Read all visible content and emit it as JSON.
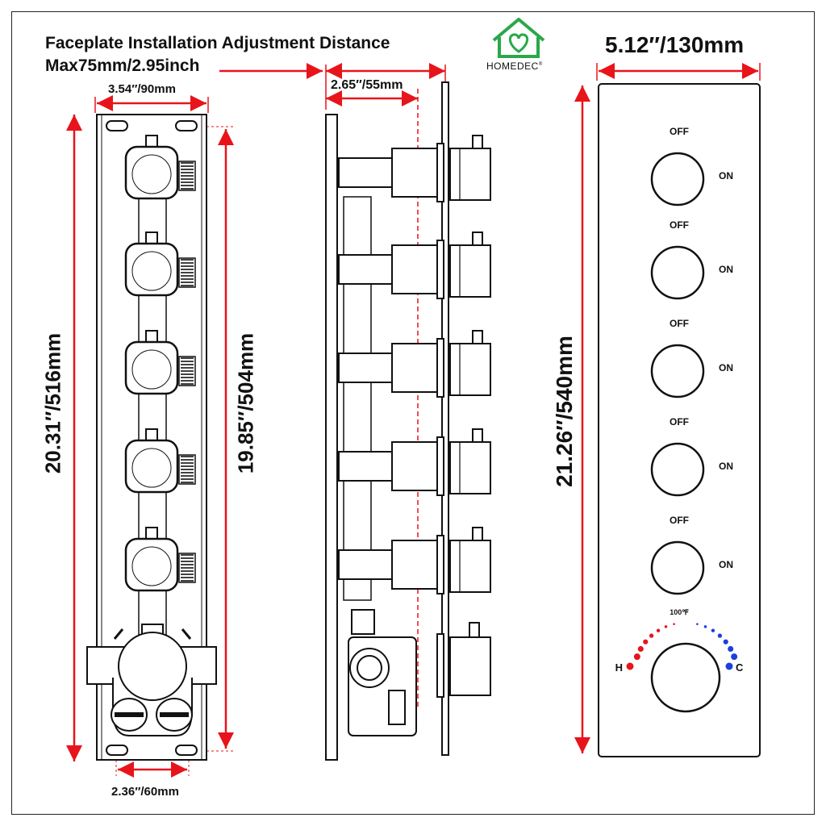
{
  "title": {
    "line1": "Faceplate Installation Adjustment Distance",
    "line2": "Max75mm/2.95inch"
  },
  "brand": {
    "name": "HOMEDEC",
    "mark": "®",
    "logo_icon": "house-heart-icon",
    "logo_color": "#2aa84a"
  },
  "dimensions": {
    "body_width": "3.54″/90mm",
    "body_height": "20.31″/516mm",
    "mount_height": "19.85″/504mm",
    "mount_width": "2.36″/60mm",
    "depth": "2.65″/55mm",
    "plate_width": "5.12″/130mm",
    "plate_height": "21.26″/540mm"
  },
  "valve": {
    "hot_label": "H",
    "cold_label": "C"
  },
  "faceplate": {
    "off_label": "OFF",
    "on_label": "ON",
    "temperature_label": "100℉",
    "hot_label": "H",
    "cold_label": "C"
  },
  "colors": {
    "dimension_line": "#e8141b",
    "hot": "#e8141b",
    "cold": "#1a3fe0",
    "outline": "#111111"
  }
}
